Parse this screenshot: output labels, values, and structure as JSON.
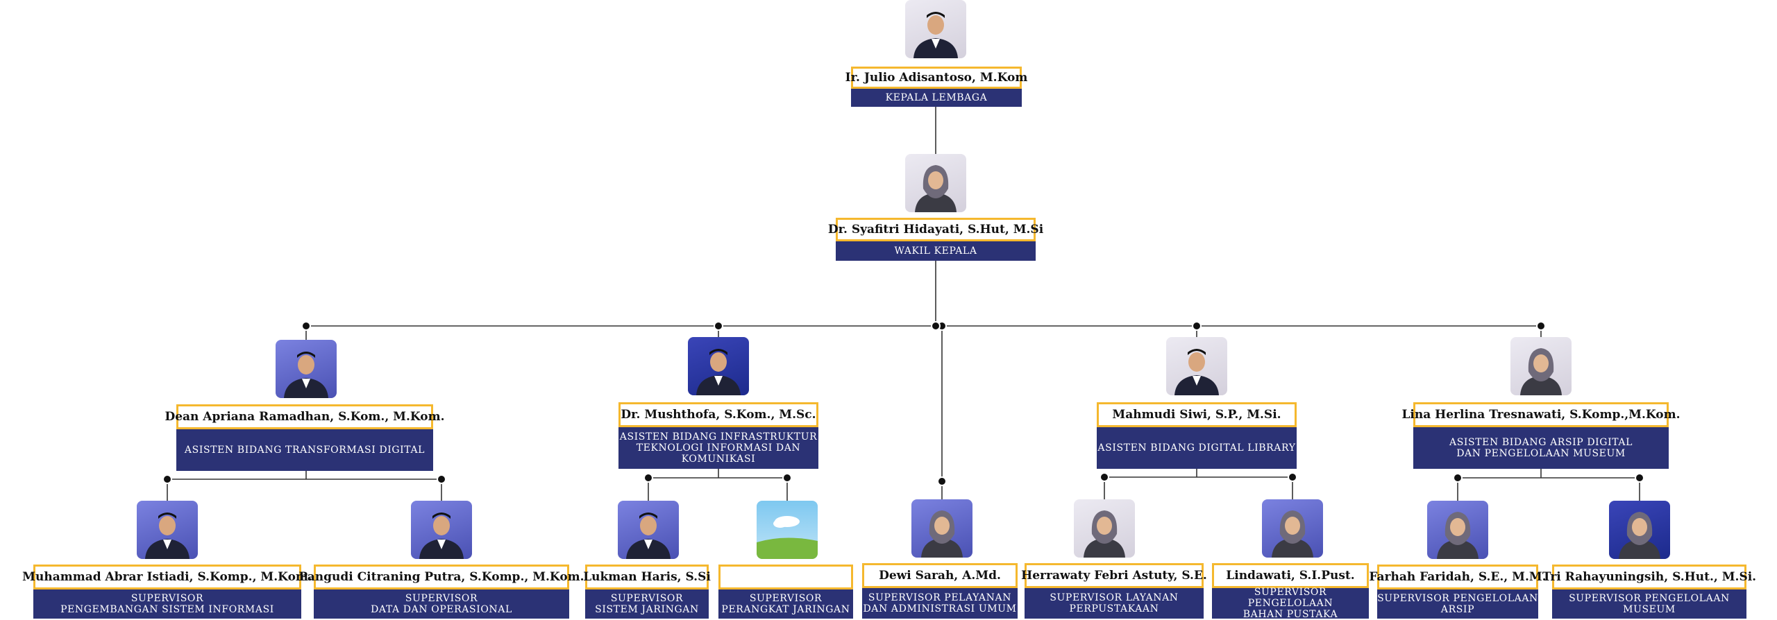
{
  "colors": {
    "accent_border": "#f5b82e",
    "role_bg": "#2b3275",
    "line": "#333333",
    "photo_bg_purple": "#5b63c4",
    "photo_bg_light": "#e6e3ee"
  },
  "nodes": [
    {
      "id": "kepala",
      "name": "Ir. Julio Adisantoso, M.Kom",
      "role": "KEPALA LEMBAGA",
      "photo": "person-photo-man",
      "photo_bg": "light"
    },
    {
      "id": "wakil",
      "name": "Dr. Syafitri Hidayati, S.Hut, M.Si",
      "role": "WAKIL KEPALA",
      "photo": "person-photo-woman-hijab",
      "photo_bg": "light"
    },
    {
      "id": "asisten1",
      "name": "Dean Apriana Ramadhan, S.Kom., M.Kom.",
      "role": "ASISTEN BIDANG TRANSFORMASI DIGITAL",
      "photo": "person-photo-man",
      "photo_bg": "purple"
    },
    {
      "id": "asisten2",
      "name": "Dr. Mushthofa, S.Kom., M.Sc.",
      "role": "ASISTEN BIDANG INFRASTRUKTUR\nTEKNOLOGI INFORMASI DAN\nKOMUNIKASI",
      "photo": "person-photo-man",
      "photo_bg": "blue"
    },
    {
      "id": "asisten3",
      "name": "Mahmudi Siwi, S.P., M.Si.",
      "role": "ASISTEN BIDANG DIGITAL LIBRARY",
      "photo": "person-photo-man",
      "photo_bg": "light"
    },
    {
      "id": "asisten4",
      "name": "Lina Herlina Tresnawati, S.Komp.,M.Kom.",
      "role": "ASISTEN BIDANG ARSIP DIGITAL\nDAN PENGELOLAAN MUSEUM",
      "photo": "person-photo-woman-hijab",
      "photo_bg": "light"
    },
    {
      "id": "sup1",
      "name": "Muhammad Abrar Istiadi, S.Komp., M.Kom.",
      "role": "SUPERVISOR\nPENGEMBANGAN SISTEM INFORMASI",
      "photo": "person-photo-man",
      "photo_bg": "purple"
    },
    {
      "id": "sup2",
      "name": "Pangudi Citraning Putra, S.Komp., M.Kom.",
      "role": "SUPERVISOR\nDATA DAN OPERASIONAL",
      "photo": "person-photo-man",
      "photo_bg": "purple"
    },
    {
      "id": "sup3",
      "name": "Lukman Haris, S.Si",
      "role": "SUPERVISOR\nSISTEM JARINGAN",
      "photo": "person-photo-man",
      "photo_bg": "purple"
    },
    {
      "id": "sup4",
      "name": "",
      "role": "SUPERVISOR\nPERANGKAT JARINGAN",
      "photo": "placeholder-landscape-image",
      "photo_bg": "sky"
    },
    {
      "id": "sup5",
      "name": "Dewi Sarah, A.Md.",
      "role": "SUPERVISOR PELAYANAN\nDAN ADMINISTRASI UMUM",
      "photo": "person-photo-woman-hijab",
      "photo_bg": "purple"
    },
    {
      "id": "sup6",
      "name": "Herrawaty Febri Astuty, S.E.",
      "role": "SUPERVISOR LAYANAN\nPERPUSTAKAAN",
      "photo": "person-photo-woman-hijab",
      "photo_bg": "light"
    },
    {
      "id": "sup7",
      "name": "Lindawati, S.I.Pust.",
      "role": "SUPERVISOR PENGELOLAAN\nBAHAN PUSTAKA",
      "photo": "person-photo-woman-hijab",
      "photo_bg": "purple"
    },
    {
      "id": "sup8",
      "name": "Farhah Faridah, S.E., M.M.",
      "role": "SUPERVISOR PENGELOLAAN\nARSIP",
      "photo": "person-photo-woman-hijab",
      "photo_bg": "purple"
    },
    {
      "id": "sup9",
      "name": "Tri Rahayuningsih, S.Hut., M.Si.",
      "role": "SUPERVISOR PENGELOLAAN\nMUSEUM",
      "photo": "person-photo-woman-hijab",
      "photo_bg": "blue"
    }
  ],
  "edges": [
    [
      "kepala",
      "wakil"
    ],
    [
      "wakil",
      "asisten1"
    ],
    [
      "wakil",
      "asisten2"
    ],
    [
      "wakil",
      "sup5"
    ],
    [
      "wakil",
      "asisten3"
    ],
    [
      "wakil",
      "asisten4"
    ],
    [
      "asisten1",
      "sup1"
    ],
    [
      "asisten1",
      "sup2"
    ],
    [
      "asisten2",
      "sup3"
    ],
    [
      "asisten2",
      "sup4"
    ],
    [
      "asisten3",
      "sup6"
    ],
    [
      "asisten3",
      "sup7"
    ],
    [
      "asisten4",
      "sup8"
    ],
    [
      "asisten4",
      "sup9"
    ]
  ]
}
